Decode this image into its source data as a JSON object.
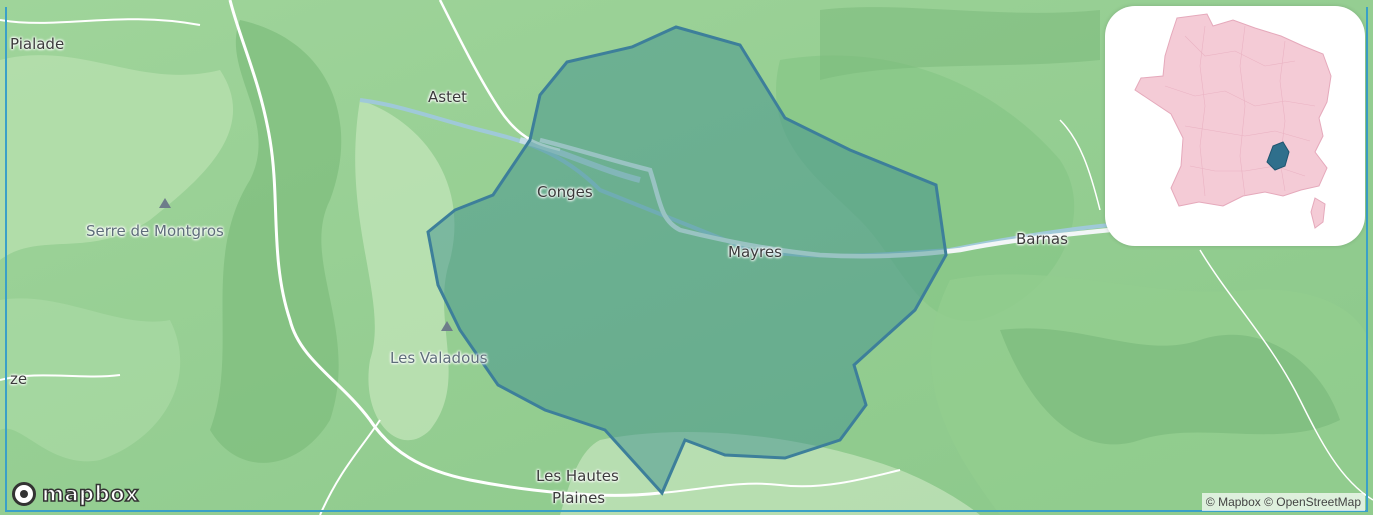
{
  "map": {
    "places": [
      {
        "id": "pialade",
        "name": "Pialade"
      },
      {
        "id": "astet",
        "name": "Astet"
      },
      {
        "id": "conges",
        "name": "Conges"
      },
      {
        "id": "mayres",
        "name": "Mayres"
      },
      {
        "id": "barnas",
        "name": "Barnas"
      },
      {
        "id": "les-hautes-plaines-1",
        "name": "Les Hautes"
      },
      {
        "id": "les-hautes-plaines-2",
        "name": "Plaines"
      },
      {
        "id": "ze",
        "name": "ze"
      }
    ],
    "peaks": [
      {
        "id": "serre-de-montgros",
        "name": "Serre de Montgros"
      },
      {
        "id": "les-valadous",
        "name": "Les Valadous"
      }
    ],
    "highlight_color": "#3d7f9a",
    "highlight_fill": "#3f8f8e",
    "logo": "mapbox",
    "attribution": "© Mapbox © OpenStreetMap"
  },
  "inset": {
    "country_color": "#f4cbd6",
    "region_color": "#2f6f8c"
  }
}
